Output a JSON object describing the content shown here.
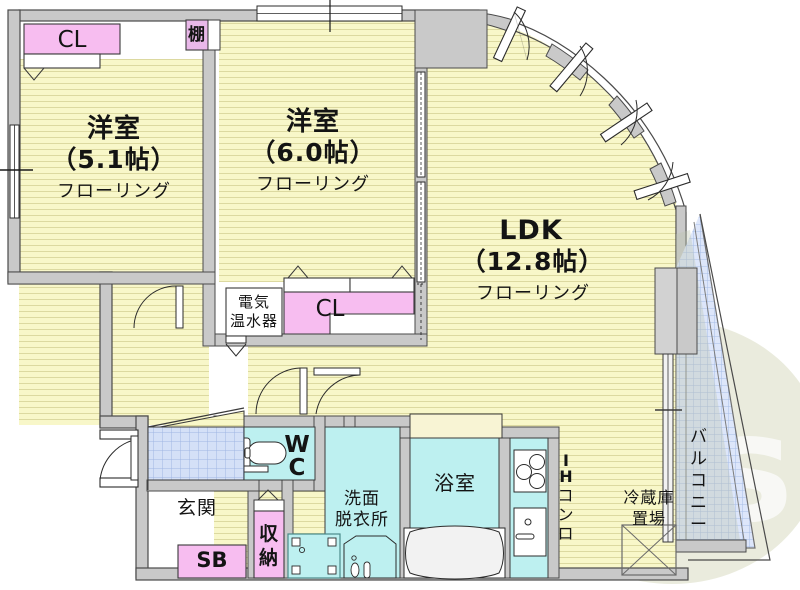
{
  "plan": {
    "title": "Apartment floor plan",
    "watermark": "Assist",
    "colors": {
      "flooring": "#f7f7c8",
      "closet": "#f7bdf0",
      "water": "#bdf0f0",
      "tile": "#cfdcf5",
      "wall": "#c9c9c9",
      "balcony": "#c7d6f2",
      "line": "#1a1a1a",
      "watermark": "#c9cdb4"
    }
  },
  "rooms": [
    {
      "key": "bed1",
      "name": "洋室",
      "size": "（5.1帖）",
      "floor": "フローリング"
    },
    {
      "key": "bed2",
      "name": "洋室",
      "size": "（6.0帖）",
      "floor": "フローリング"
    },
    {
      "key": "ldk",
      "name": "LDK",
      "size": "（12.8帖）",
      "floor": "フローリング"
    }
  ],
  "labels": {
    "cl_bed1": "CL",
    "cl_bed2": "CL",
    "shelf": "棚",
    "water_heater_line1": "電気",
    "water_heater_line2": "温水器",
    "wc_line1": "W",
    "wc_line2": "C",
    "washroom_line1": "洗面",
    "washroom_line2": "脱衣所",
    "bath": "浴室",
    "ih_line1": "I",
    "ih_line2": "H",
    "ih_line3": "コ",
    "ih_line4": "ン",
    "ih_line5": "ロ",
    "fridge_line1": "冷蔵庫",
    "fridge_line2": "置場",
    "entrance": "玄関",
    "shoebox": "SB",
    "storage_line1": "収",
    "storage_line2": "納",
    "balcony_line1": "バ",
    "balcony_line2": "ル",
    "balcony_line3": "コ",
    "balcony_line4": "ニ",
    "balcony_line5": "ー"
  }
}
